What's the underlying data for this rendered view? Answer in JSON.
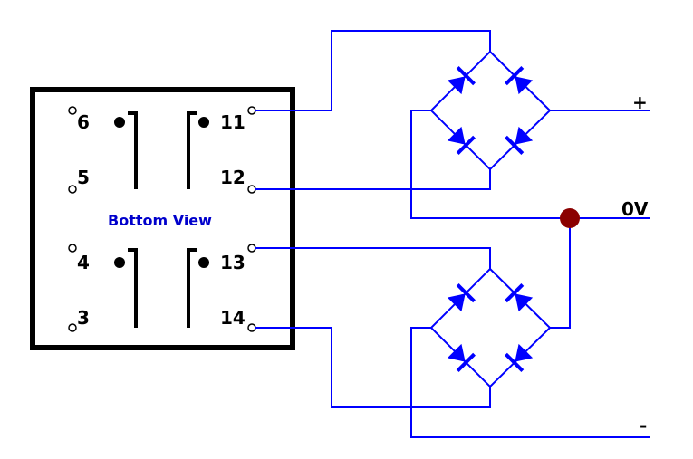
{
  "transformer": {
    "caption": "Bottom View",
    "pins": {
      "p6": "6",
      "p5": "5",
      "p4": "4",
      "p3": "3",
      "p11": "11",
      "p12": "12",
      "p13": "13",
      "p14": "14"
    }
  },
  "outputs": {
    "positive": "+",
    "zero": "0V",
    "negative": "-"
  },
  "colors": {
    "wire": "#0000ff",
    "diode": "#0000ff",
    "frame": "#000000",
    "node": "#8b0000",
    "caption": "#0000cc"
  }
}
